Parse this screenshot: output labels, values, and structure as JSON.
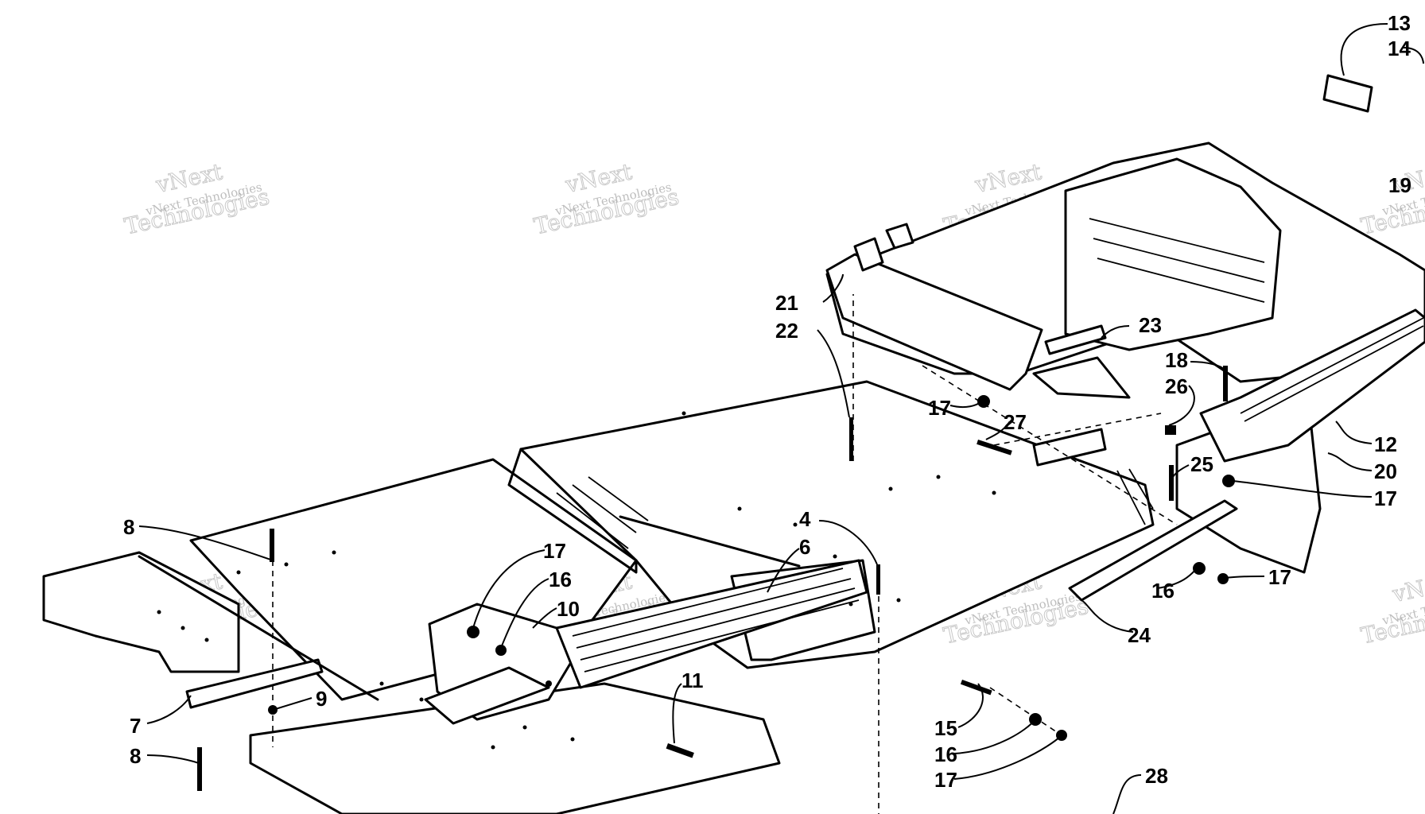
{
  "diagram": {
    "callouts": [
      {
        "id": "c13",
        "label": "13"
      },
      {
        "id": "c14",
        "label": "14"
      },
      {
        "id": "c19",
        "label": "19"
      },
      {
        "id": "c21",
        "label": "21"
      },
      {
        "id": "c22",
        "label": "22"
      },
      {
        "id": "c23",
        "label": "23"
      },
      {
        "id": "c18",
        "label": "18"
      },
      {
        "id": "c26",
        "label": "26"
      },
      {
        "id": "c17a",
        "label": "17"
      },
      {
        "id": "c27",
        "label": "27"
      },
      {
        "id": "c12",
        "label": "12"
      },
      {
        "id": "c20",
        "label": "20"
      },
      {
        "id": "c17b",
        "label": "17"
      },
      {
        "id": "c25",
        "label": "25"
      },
      {
        "id": "c4",
        "label": "4"
      },
      {
        "id": "c6",
        "label": "6"
      },
      {
        "id": "c8a",
        "label": "8"
      },
      {
        "id": "c17c",
        "label": "17"
      },
      {
        "id": "c16a",
        "label": "16"
      },
      {
        "id": "c10",
        "label": "10"
      },
      {
        "id": "c16b",
        "label": "16"
      },
      {
        "id": "c17d",
        "label": "17"
      },
      {
        "id": "c24",
        "label": "24"
      },
      {
        "id": "c9",
        "label": "9"
      },
      {
        "id": "c7",
        "label": "7"
      },
      {
        "id": "c8b",
        "label": "8"
      },
      {
        "id": "c11",
        "label": "11"
      },
      {
        "id": "c15",
        "label": "15"
      },
      {
        "id": "c16c",
        "label": "16"
      },
      {
        "id": "c17e",
        "label": "17"
      },
      {
        "id": "c28",
        "label": "28"
      }
    ],
    "watermark": {
      "line1": "vNext Technologies",
      "line2": "vNext",
      "line3": "Technologies"
    }
  }
}
